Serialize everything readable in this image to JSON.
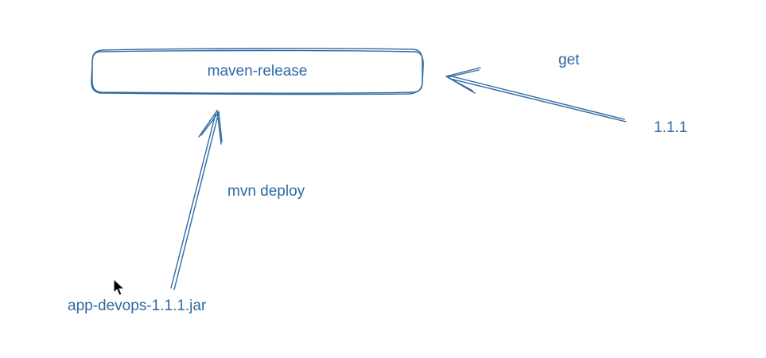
{
  "diagram": {
    "box_label": "maven-release",
    "arrow_left_label": "mvn deploy",
    "arrow_right_label": "get",
    "source_label": "app-devops-1.1.1.jar",
    "version_label": "1.1.1",
    "stroke_color": "#2f6aa3",
    "cursor_icon": "mouse-pointer-icon"
  }
}
